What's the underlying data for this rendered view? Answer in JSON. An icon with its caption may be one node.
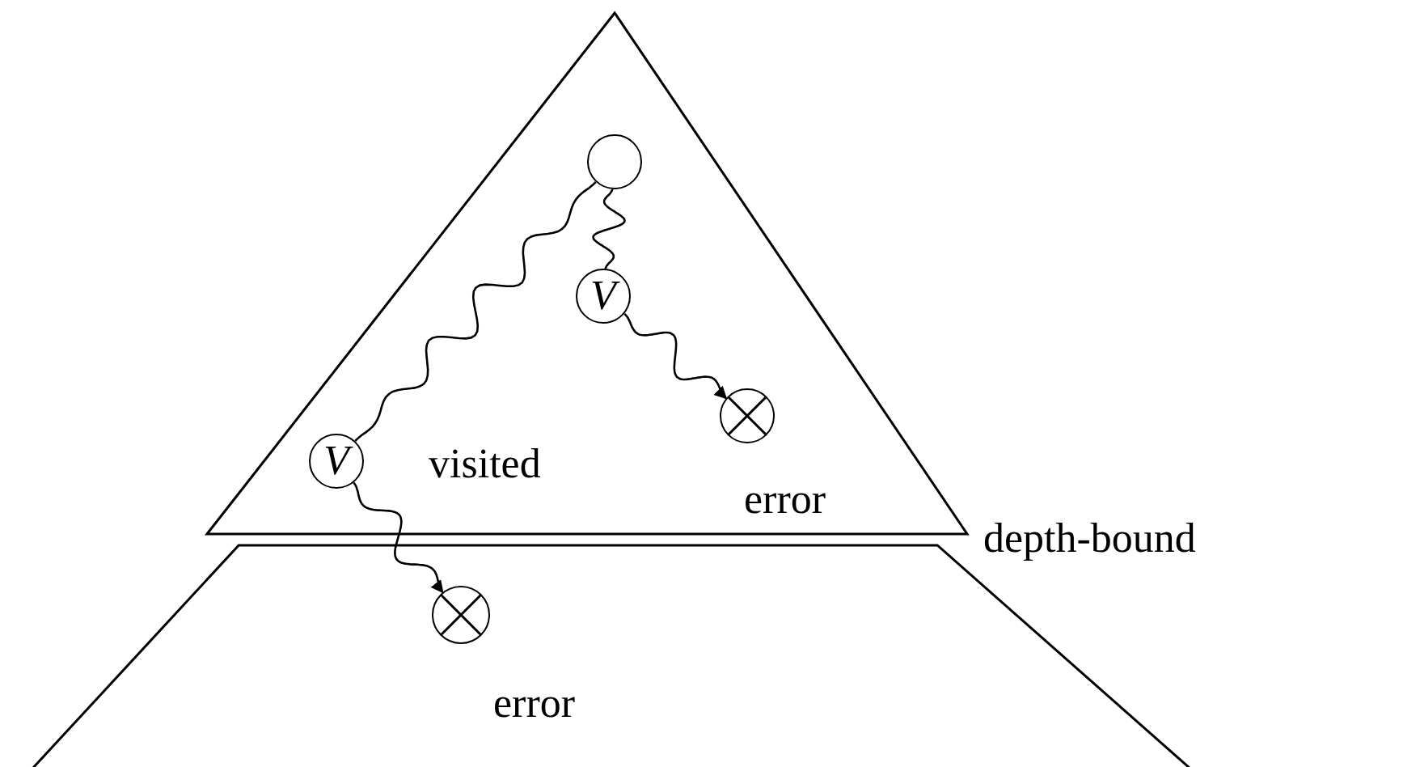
{
  "diagram": {
    "nodes": [
      {
        "text": [],
        "shape": "triangle"
      },
      {
        "text": [],
        "shape": "trapezoid"
      },
      {
        "text": [],
        "shape": "circle",
        "in": 0
      },
      {
        "text": [
          "V"
        ],
        "in": 0
      },
      {
        "text": [],
        "shape": "circle",
        "beside": [
          "error"
        ],
        "in": 0
      },
      {
        "text": [
          "V"
        ],
        "in": 0
      },
      {
        "text": [],
        "shape": "circle",
        "beside": [
          "error"
        ],
        "in": 1
      }
    ],
    "edges": [
      {
        "from": 2,
        "to": 3,
        "arrow": "none"
      },
      {
        "from": 3,
        "to": 4,
        "arrow": "to"
      },
      {
        "from": 2,
        "to": 5,
        "arrow": "none"
      },
      {
        "from": 5,
        "to": 6,
        "arrow": "to"
      }
    ],
    "labels": [
      "visited",
      "depth-bound"
    ]
  }
}
